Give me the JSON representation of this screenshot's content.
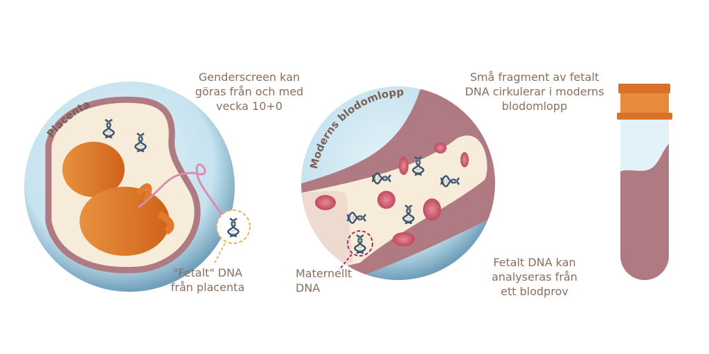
{
  "colors": {
    "text": "#8a6d5c",
    "fluid_blue": "#b8dcec",
    "wall": "#b07a82",
    "cream": "#f6ecd9",
    "fetus": "#e07a2c",
    "blood_cell": "#c65064",
    "dna": "#3e5770",
    "cap": "#e0782c",
    "blood": "#b07a82"
  },
  "left": {
    "arc_label": "Placenta",
    "top_text": [
      "Genderscreen kan",
      "göras från och med",
      "vecka 10+0"
    ],
    "bottom_text": [
      "\"Fetalt\" DNA",
      "från placenta"
    ]
  },
  "middle": {
    "arc_label": "Moderns blodomlopp",
    "top_text": [
      "Små fragment av fetalt",
      "DNA cirkulerar i moderns",
      "blodomlopp"
    ],
    "bottom_text": [
      "Maternellt",
      "DNA"
    ]
  },
  "right": {
    "bottom_text": [
      "Fetalt DNA kan",
      "analyseras från",
      "ett blodprov"
    ]
  }
}
